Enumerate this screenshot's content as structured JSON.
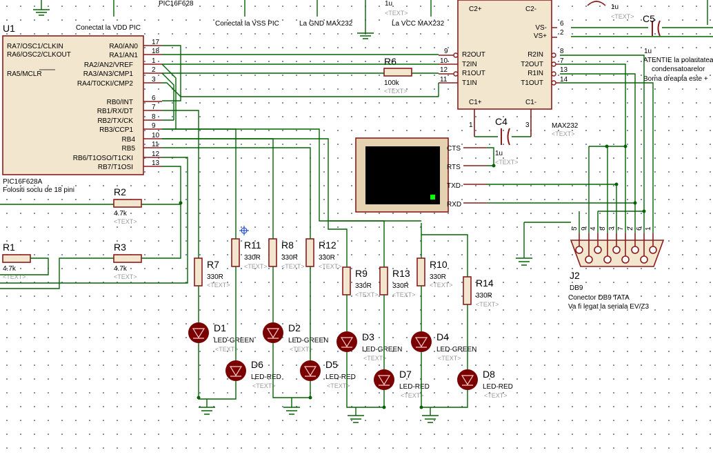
{
  "top_labels": {
    "pic_name": "PIC16F628",
    "vdd_label": "Conectat la VDD PIC",
    "vss_label": "Conectat la VSS PIC",
    "gnd_max": "La GND MAX232",
    "vcc_max": "La VCC MAX232",
    "cap_top_val": "1u",
    "cap_top_ph": "<TEXT>",
    "cap_top2_val": "1u",
    "cap_top2_ph": "<TEXT>"
  },
  "u1": {
    "ref": "U1",
    "part": "PIC16F628A",
    "note": "Folositi soclu de 18 pini",
    "left_pins": [
      "RA7/OSC1/CLKIN",
      "RA6/OSC2/CLKOUT",
      "RA5/MCLR"
    ],
    "right_pins": [
      {
        "name": "RA0/AN0",
        "num": "17"
      },
      {
        "name": "RA1/AN1",
        "num": "18"
      },
      {
        "name": "RA2/AN2/VREF",
        "num": "1"
      },
      {
        "name": "RA3/AN3/CMP1",
        "num": "2"
      },
      {
        "name": "RA4/T0CKI/CMP2",
        "num": "3"
      },
      {
        "name": "RB0/INT",
        "num": "6"
      },
      {
        "name": "RB1/RX/DT",
        "num": "7"
      },
      {
        "name": "RB2/TX/CK",
        "num": "8"
      },
      {
        "name": "RB3/CCP1",
        "num": "9"
      },
      {
        "name": "RB4",
        "num": "10"
      },
      {
        "name": "RB5",
        "num": "11"
      },
      {
        "name": "RB6/T1OSO/T1CKI",
        "num": "12"
      },
      {
        "name": "RB7/T1OSI",
        "num": "13"
      }
    ]
  },
  "max232": {
    "ref": "MAX232",
    "ph": "<TEXT>",
    "top_left": "C2+",
    "top_right": "C2-",
    "left_pins": [
      {
        "name": "R2OUT",
        "num": "9"
      },
      {
        "name": "T2IN",
        "num": "10"
      },
      {
        "name": "R1OUT",
        "num": "12"
      },
      {
        "name": "T1IN",
        "num": "11"
      }
    ],
    "right_pins": [
      {
        "name": "VS-",
        "num": "6"
      },
      {
        "name": "VS+",
        "num": "2"
      },
      {
        "name": "R2IN",
        "num": "8"
      },
      {
        "name": "T2OUT",
        "num": "7"
      },
      {
        "name": "R1IN",
        "num": "13"
      },
      {
        "name": "T1OUT",
        "num": "14"
      }
    ],
    "bottom_left": "C1+",
    "bottom_right": "C1-",
    "pin_c1p": "1",
    "pin_c1m": "3"
  },
  "c4": {
    "ref": "C4",
    "val": "1u",
    "ph": "<TEXT>"
  },
  "c5": {
    "ref": "C5",
    "val": "1u"
  },
  "note_right": [
    "ATENTIE la polaritatea",
    "condensatoarelor",
    "Borna dreapta este +"
  ],
  "terminal": {
    "pins": [
      "CTS",
      "RTS",
      "TXD",
      "RXD"
    ]
  },
  "j2": {
    "ref": "J2",
    "part": "DB9",
    "desc1": "Conector DB9 TATA",
    "desc2": "Va fi legat la seriala EV/Z3",
    "pins": [
      "5",
      "9",
      "4",
      "8",
      "3",
      "7",
      "2",
      "6",
      "1"
    ]
  },
  "resistors": [
    {
      "ref": "R6",
      "val": "100k",
      "ph": "<TEXT>"
    },
    {
      "ref": "R2",
      "val": "4.7k",
      "ph": "<TEXT>"
    },
    {
      "ref": "R1",
      "val": "4.7k",
      "ph": "<TEXT>"
    },
    {
      "ref": "R3",
      "val": "4.7k",
      "ph": "<TEXT>"
    },
    {
      "ref": "R7",
      "val": "330R",
      "ph": "<TEXT>"
    },
    {
      "ref": "R11",
      "val": "330R",
      "ph": "<TEXT>"
    },
    {
      "ref": "R8",
      "val": "330R",
      "ph": "<TEXT>"
    },
    {
      "ref": "R12",
      "val": "330R",
      "ph": "<TEXT>"
    },
    {
      "ref": "R9",
      "val": "330R",
      "ph": "<TEXT>"
    },
    {
      "ref": "R13",
      "val": "330R",
      "ph": "<TEXT>"
    },
    {
      "ref": "R10",
      "val": "330R",
      "ph": "<TEXT>"
    },
    {
      "ref": "R14",
      "val": "330R",
      "ph": "<TEXT>"
    }
  ],
  "leds": [
    {
      "ref": "D1",
      "val": "LED-GREEN",
      "ph": "<TEXT>"
    },
    {
      "ref": "D6",
      "val": "LED-RED",
      "ph": "<TEXT>"
    },
    {
      "ref": "D2",
      "val": "LED-GREEN",
      "ph": "<TEXT>"
    },
    {
      "ref": "D5",
      "val": "LED-RED",
      "ph": "<TEXT>"
    },
    {
      "ref": "D3",
      "val": "LED-GREEN",
      "ph": "<TEXT>"
    },
    {
      "ref": "D7",
      "val": "LED-RED",
      "ph": "<TEXT>"
    },
    {
      "ref": "D4",
      "val": "LED-GREEN",
      "ph": "<TEXT>"
    },
    {
      "ref": "D8",
      "val": "LED-RED",
      "ph": "<TEXT>"
    }
  ],
  "colors": {
    "wire": "#006400",
    "component": "#8b1a1a",
    "body_fill": "#f3e6cf",
    "placeholder": "#9a9a9a",
    "grid_dot": "#1e3c78"
  }
}
